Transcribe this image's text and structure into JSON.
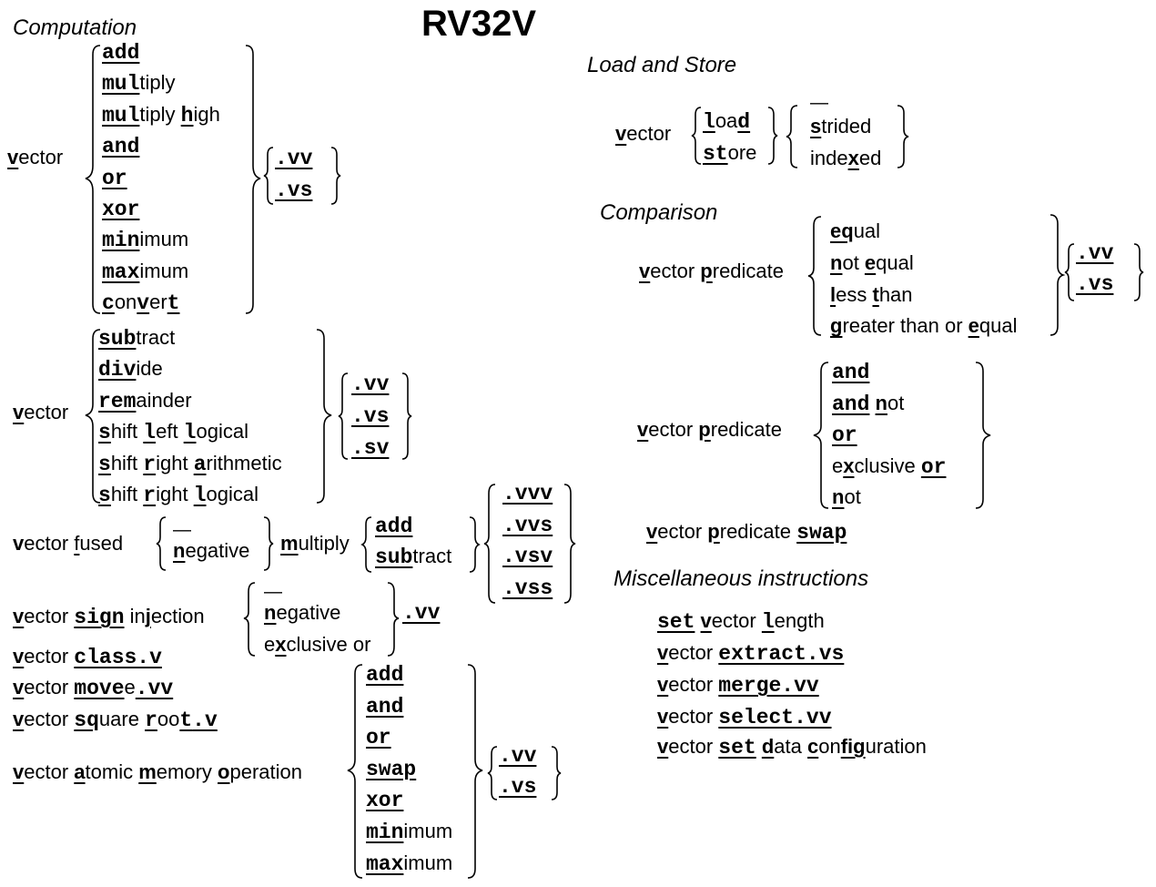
{
  "title": "RV32V",
  "sections": {
    "computation": "Computation",
    "load_store": "Load and Store",
    "comparison": "Comparison",
    "misc": "Miscellaneous instructions"
  },
  "words": {
    "vector": "vector",
    "ector": "ector",
    "predicate": "predicate",
    "redicate": "redicate"
  },
  "comp1": {
    "items": [
      [
        "add",
        "",
        "",
        ""
      ],
      [
        "mul",
        "tiply",
        "",
        ""
      ],
      [
        "mul",
        "tiply ",
        "h",
        "igh"
      ],
      [
        "and",
        "",
        "",
        ""
      ],
      [
        "or",
        "",
        "",
        ""
      ],
      [
        "xor",
        "",
        "",
        ""
      ],
      [
        "min",
        "imum",
        "",
        ""
      ],
      [
        "max",
        "imum",
        "",
        ""
      ],
      [
        "c",
        "on",
        "v",
        "er",
        "t"
      ]
    ],
    "suffixes": [
      ".vv",
      ".vs"
    ]
  },
  "comp2": {
    "items": [
      [
        "sub",
        "tract"
      ],
      [
        "div",
        "ide"
      ],
      [
        "rem",
        "ainder"
      ],
      [
        "s",
        "hift ",
        "l",
        "eft ",
        "l",
        "ogical"
      ],
      [
        "s",
        "hift ",
        "r",
        "ight ",
        "a",
        "rithmetic"
      ],
      [
        "s",
        "hift ",
        "r",
        "ight ",
        "l",
        "ogical"
      ]
    ],
    "suffixes": [
      ".vv",
      ".vs",
      ".sv"
    ]
  },
  "fused": {
    "prefix": "vector fused",
    "f": "f",
    "used": "used",
    "negative_n": "n",
    "negative_rest": "egative",
    "multiply_m": "m",
    "multiply_rest": "ultiply",
    "ops": [
      [
        "add",
        ""
      ],
      [
        "sub",
        "tract"
      ]
    ],
    "suffixes": [
      ".vvv",
      ".vvs",
      ".vsv",
      ".vss"
    ]
  },
  "sign_injection": {
    "sign": "sign",
    "in": " in",
    "j": "j",
    "ection": "ection",
    "options": {
      "neg_n": "n",
      "neg_rest": "egative",
      "x_e": "e",
      "x_x": "x",
      "x_rest": "clusive or"
    },
    "suffix": ".vv"
  },
  "single_ops": {
    "class": "class.v",
    "move": "move",
    "move_suffix": ".vv",
    "sq": "sq",
    "uare": "uare ",
    "r": "r",
    "oo": "oo",
    "t": "t",
    "sqrt_suffix": ".v"
  },
  "amo": {
    "a": "a",
    "tomic": "tomic ",
    "m": "m",
    "emory": "emory ",
    "o": "o",
    "peration": "peration",
    "ops": [
      [
        "add",
        ""
      ],
      [
        "and",
        ""
      ],
      [
        "or",
        ""
      ],
      [
        "swap",
        ""
      ],
      [
        "xor",
        ""
      ],
      [
        "min",
        "imum"
      ],
      [
        "max",
        "imum"
      ]
    ],
    "suffixes": [
      ".vv",
      ".vs"
    ]
  },
  "load_store": {
    "load": [
      "l",
      "oa",
      "d"
    ],
    "store": [
      "st",
      "ore"
    ],
    "strided": [
      "s",
      "trided"
    ],
    "indexed": [
      "inde",
      "x",
      "ed"
    ]
  },
  "comparison": {
    "items": [
      [
        "eq",
        "ual"
      ],
      [
        "n",
        "ot ",
        "e",
        "qual"
      ],
      [
        "l",
        "ess ",
        "t",
        "han"
      ],
      [
        "g",
        "reater than or ",
        "e",
        "qual"
      ]
    ],
    "suffixes": [
      ".vv",
      ".vs"
    ]
  },
  "pred_logic": {
    "items": [
      [
        "and",
        ""
      ],
      [
        "and",
        " ",
        "n",
        "ot"
      ],
      [
        "or",
        ""
      ],
      [
        "e",
        "x",
        "clusive ",
        "or"
      ],
      [
        "n",
        "ot"
      ]
    ]
  },
  "pred_swap": "swap",
  "misc": {
    "set": "set",
    "v": "v",
    "l": "l",
    "ength": "ength",
    "extract": "extract.vs",
    "merge": "merge.vv",
    "select": "select.vv",
    "d": "d",
    "ata": "ata ",
    "c": "c",
    "on": "on",
    "fig": "fig",
    "uration": "uration"
  }
}
